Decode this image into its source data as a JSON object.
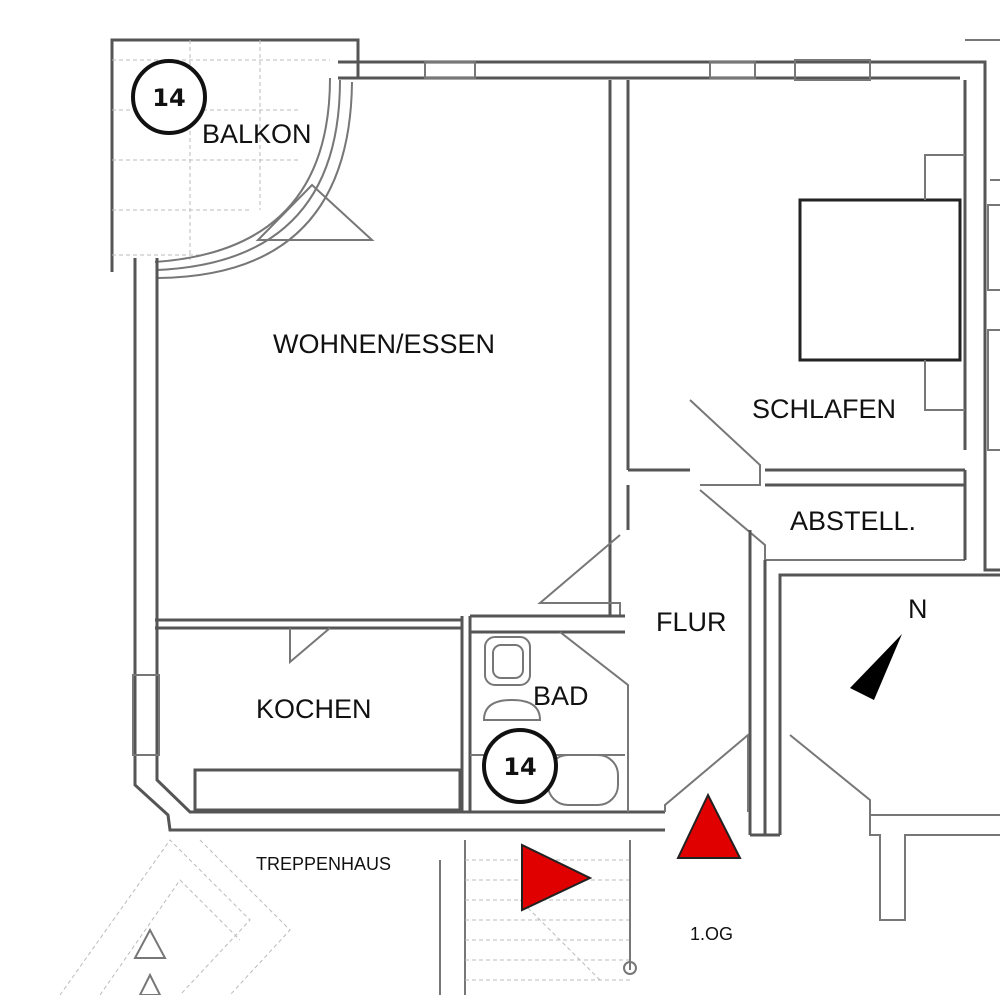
{
  "rooms": {
    "balkon": "BALKON",
    "wohnen": "WOHNEN/ESSEN",
    "schlafen": "SCHLAFEN",
    "abstell": "ABSTELL.",
    "flur": "FLUR",
    "bad": "BAD",
    "kochen": "KOCHEN",
    "treppenhaus": "TREPPENHAUS"
  },
  "floor": "1.OG",
  "compass": {
    "label": "N"
  },
  "markers": {
    "balcony": "14",
    "bath": "14"
  },
  "colors": {
    "viewpoint": "#e00000",
    "compass": "#000000",
    "walls": "#555555"
  }
}
